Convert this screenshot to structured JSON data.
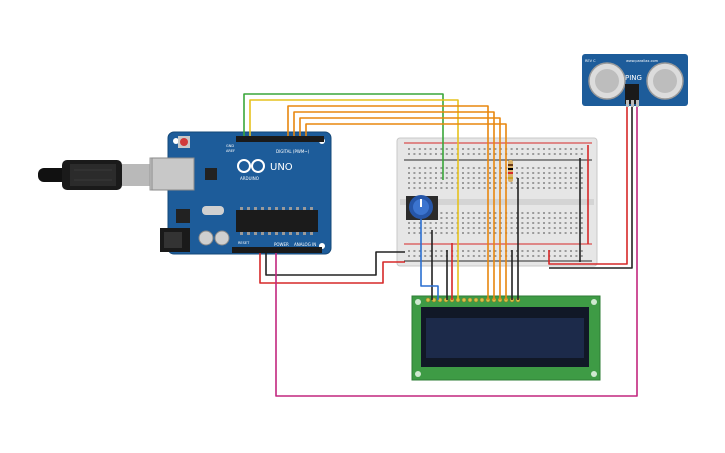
{
  "board": {
    "logo_text": "UNO",
    "brand_text": "ARDUINO",
    "digital_label": "DIGITAL (PWM~)",
    "power_label": "POWER",
    "analog_label": "ANALOG IN",
    "aref_label": "AREF",
    "gnd_label": "GND",
    "reset_label": "RESET"
  },
  "sensor": {
    "model": "PING",
    "brand": "www.parallax.com",
    "rev": "REV C"
  },
  "colors": {
    "board": "#1d5c9a",
    "breadboard": "#e6e6e6",
    "lcd_pcb": "#3e9b45",
    "lcd_screen": "#1c2a4a",
    "wire_green": "#3aa63a",
    "wire_yellow": "#e6c21e",
    "wire_orange": "#e8870f",
    "wire_red": "#d62828",
    "wire_black": "#222222",
    "wire_blue": "#2a6fd1",
    "wire_magenta": "#c2267e"
  }
}
